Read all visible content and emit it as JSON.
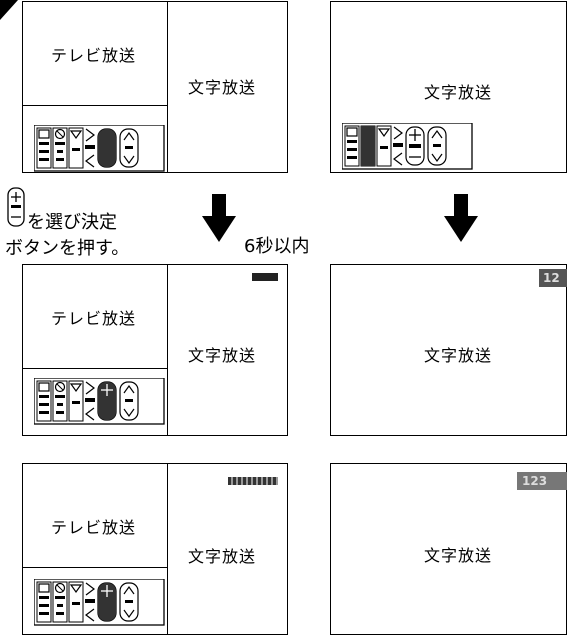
{
  "tv_label": "テレビ放送",
  "text_label": "文字放送",
  "instruction": {
    "line1": "を選び決定",
    "line2": "ボタンを押す。",
    "timing": "6秒以内"
  },
  "page_indicators": {
    "right_row2": "12",
    "right_row3": "123"
  }
}
